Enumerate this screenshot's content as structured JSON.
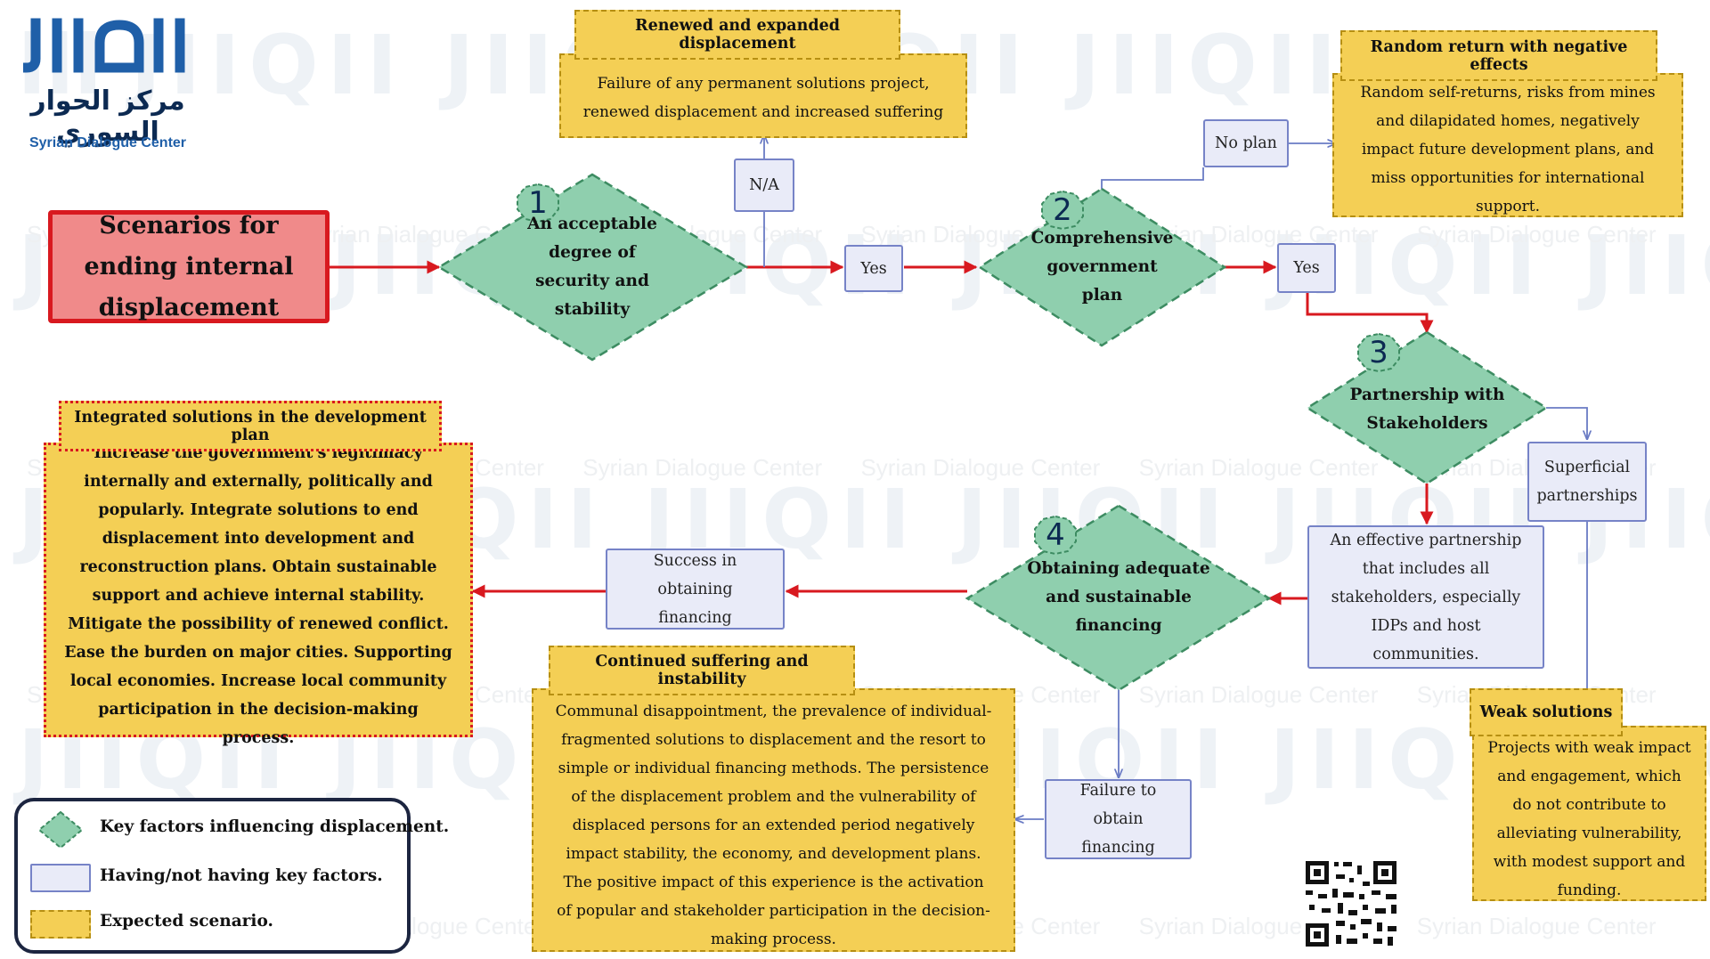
{
  "brand": {
    "logo_text": "الحوار",
    "arabic_name": "مركز الحوار السوري",
    "english_name": "Syrian Dialogue Center",
    "colors": {
      "blue": "#1f5fa8",
      "navy": "#0c2a52"
    }
  },
  "watermark": {
    "text": "Syrian Dialogue Center"
  },
  "title": "Scenarios for ending internal displacement",
  "factors": {
    "f1": {
      "number": "1",
      "label": "An acceptable degree of security and stability"
    },
    "f2": {
      "number": "2",
      "label": "Comprehensive government plan"
    },
    "f3": {
      "number": "3",
      "label": "Partnership with Stakeholders"
    },
    "f4": {
      "number": "4",
      "label": "Obtaining adequate and sustainable financing"
    }
  },
  "outcomes": {
    "na": "N/A",
    "yes1": "Yes",
    "no_plan": "No plan",
    "yes2": "Yes",
    "superficial": "Superficial partnerships",
    "effective": "An effective partnership that includes all stakeholders, especially IDPs and host communities.",
    "success": "Success in obtaining financing",
    "failure": "Failure to obtain financing"
  },
  "scenarios": {
    "renewed": {
      "title": "Renewed and expanded displacement",
      "text": "Failure of any permanent solutions project, renewed displacement and increased suffering"
    },
    "random_return": {
      "title": "Random return with negative effects",
      "text": "Random self-returns, risks from mines and dilapidated homes, negatively impact future development plans, and miss opportunities for international support."
    },
    "integrated": {
      "title": "Integrated solutions in the development plan",
      "text": "Increase the government's legitimacy internally and externally, politically and popularly. Integrate solutions to end displacement into development and reconstruction plans. Obtain sustainable support and achieve internal stability. Mitigate the possibility of renewed conflict. Ease the burden on major cities. Supporting local economies. Increase local community participation in the decision-making process."
    },
    "continued": {
      "title": "Continued suffering and instability",
      "text": "Communal disappointment, the prevalence of individual-fragmented solutions to displacement and the resort to simple or individual financing methods. The persistence of the displacement problem and the vulnerability of displaced persons for an extended period negatively impact stability, the economy, and development plans. The positive impact of this experience is the activation of popular and stakeholder participation in the decision-making process."
    },
    "weak": {
      "title": "Weak solutions",
      "text": "Projects with weak impact and engagement, which do not contribute to alleviating vulnerability, with modest support and funding."
    }
  },
  "legend": {
    "key_factors": "Key factors influencing displacement.",
    "having": "Having/not having key factors.",
    "expected": "Expected scenario."
  },
  "colors": {
    "factor_fill": "#8fcfae",
    "factor_border": "#3d8c62",
    "outcome_fill": "#e9ebf8",
    "outcome_border": "#7683c7",
    "scenario_fill": "#f4cf55",
    "scenario_border": "#b68f12",
    "arrow_red": "#d8191f",
    "arrow_blue": "#6a7bc4"
  }
}
